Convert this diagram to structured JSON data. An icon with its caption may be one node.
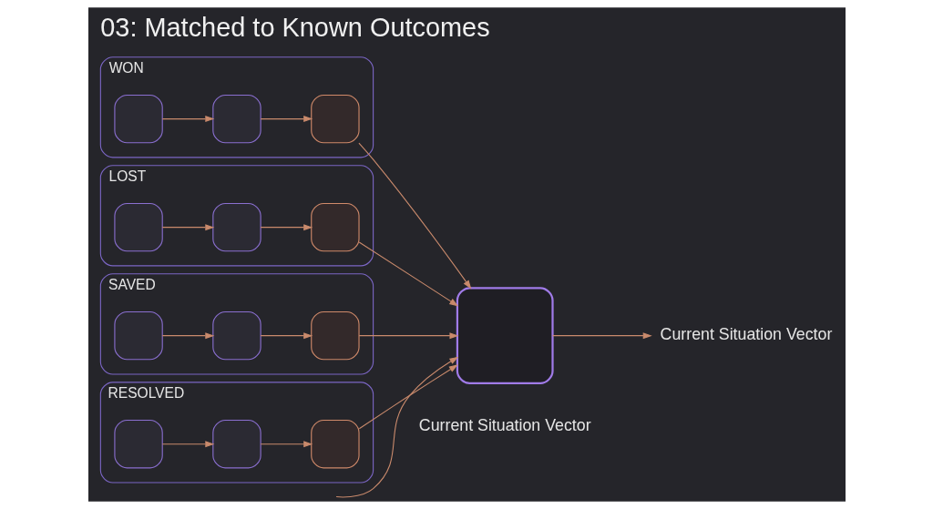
{
  "diagram": {
    "title": "03: Matched to Known Outcomes",
    "nodes": [
      {
        "text": [
          "WON"
        ]
      },
      {
        "text": [],
        "shape": "box",
        "in": 0
      },
      {
        "text": [],
        "shape": "box",
        "in": 0
      },
      {
        "text": [],
        "shape": "box",
        "in": 0
      },
      {
        "text": [
          "LOST"
        ]
      },
      {
        "text": [],
        "shape": "box",
        "in": 4
      },
      {
        "text": [],
        "shape": "box",
        "in": 4
      },
      {
        "text": [],
        "shape": "box",
        "in": 4
      },
      {
        "text": [
          "SAVED"
        ]
      },
      {
        "text": [],
        "shape": "box",
        "in": 8
      },
      {
        "text": [],
        "shape": "box",
        "in": 8
      },
      {
        "text": [],
        "shape": "box",
        "in": 8
      },
      {
        "text": [
          "RESOLVED"
        ]
      },
      {
        "text": [],
        "shape": "box",
        "in": 12
      },
      {
        "text": [],
        "shape": "box",
        "in": 12
      },
      {
        "text": [],
        "shape": "box",
        "in": 12
      },
      {
        "text": [],
        "shape": "box",
        "beside": [
          "Current Situation Vector"
        ]
      },
      {
        "text": [
          "Current Situation Vector"
        ]
      }
    ],
    "edges": [
      {
        "from": 1,
        "to": 2,
        "arrow": "to"
      },
      {
        "from": 2,
        "to": 3,
        "arrow": "to"
      },
      {
        "from": 5,
        "to": 6,
        "arrow": "to"
      },
      {
        "from": 6,
        "to": 7,
        "arrow": "to"
      },
      {
        "from": 9,
        "to": 10,
        "arrow": "to"
      },
      {
        "from": 10,
        "to": 11,
        "arrow": "to"
      },
      {
        "from": 13,
        "to": 14,
        "arrow": "to"
      },
      {
        "from": 14,
        "to": 15,
        "arrow": "to"
      },
      {
        "from": 3,
        "to": 16,
        "arrow": "to"
      },
      {
        "from": 7,
        "to": 16,
        "arrow": "to"
      },
      {
        "from": null,
        "to": 16,
        "arrow": "to"
      },
      {
        "from": 11,
        "to": 16,
        "arrow": "to"
      },
      {
        "from": 15,
        "to": 16,
        "arrow": "to"
      },
      {
        "from": 16,
        "to": 17,
        "arrow": "to"
      }
    ]
  }
}
